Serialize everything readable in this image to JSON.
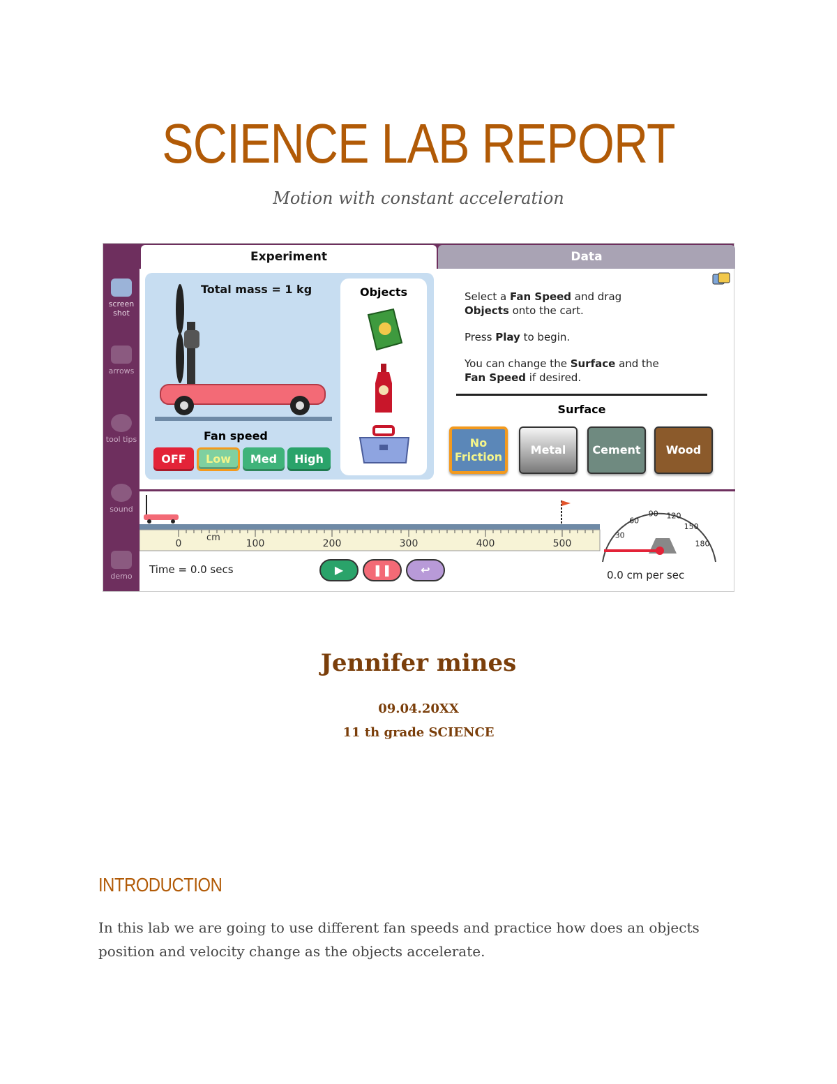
{
  "header": {
    "title": "SCIENCE LAB REPORT",
    "subtitle": "Motion with constant acceleration"
  },
  "simulation": {
    "tabs": {
      "experiment": "Experiment",
      "data": "Data"
    },
    "sidebar": [
      {
        "label": "screen shot",
        "icon": "camera-icon"
      },
      {
        "label": "arrows",
        "icon": "arrows-icon"
      },
      {
        "label": "tool tips",
        "icon": "speech-bubble-icon"
      },
      {
        "label": "sound",
        "icon": "speaker-icon"
      },
      {
        "label": "demo",
        "icon": "tv-icon"
      }
    ],
    "mass_label": "Total mass = 1 kg",
    "objects_label": "Objects",
    "objects": [
      "book-icon",
      "soda-bottle-icon",
      "toolbox-icon"
    ],
    "fan_speed_label": "Fan speed",
    "fan_speeds": {
      "off": "OFF",
      "low": "Low",
      "med": "Med",
      "high": "High",
      "selected": "Low"
    },
    "instructions": {
      "line1_pre": "Select a ",
      "line1_b1": "Fan Speed",
      "line1_post": " and drag",
      "line2_b": "Objects",
      "line2_post": " onto the cart.",
      "line3_pre": "Press ",
      "line3_b": "Play",
      "line3_post": " to begin.",
      "line4_pre": "You can change the ",
      "line4_b": "Surface",
      "line4_post": " and the",
      "line5_b": "Fan Speed",
      "line5_post": " if desired."
    },
    "surface_label": "Surface",
    "surfaces": {
      "no_friction": "No Friction",
      "metal": "Metal",
      "cement": "Cement",
      "wood": "Wood",
      "selected": "No Friction"
    },
    "ruler": {
      "unit": "cm",
      "ticks": [
        "0",
        "100",
        "200",
        "300",
        "400",
        "500"
      ]
    },
    "time_label": "Time = 0.0 secs",
    "speedometer": {
      "ticks": [
        "30",
        "60",
        "90",
        "120",
        "150",
        "180"
      ],
      "readout": "0.0 cm per sec"
    },
    "colors": {
      "sidebar": "#6e2f5e",
      "panel": "#c7ddf1",
      "accent_orange": "#f39a1e"
    }
  },
  "student": {
    "name": "Jennifer mines",
    "date": "09.04.20XX",
    "grade": "11 th grade SCIENCE"
  },
  "introduction": {
    "heading": "INTRODUCTION",
    "text": "In this lab we are going to use different fan speeds and practice how does an objects position and velocity change as the objects accelerate."
  }
}
